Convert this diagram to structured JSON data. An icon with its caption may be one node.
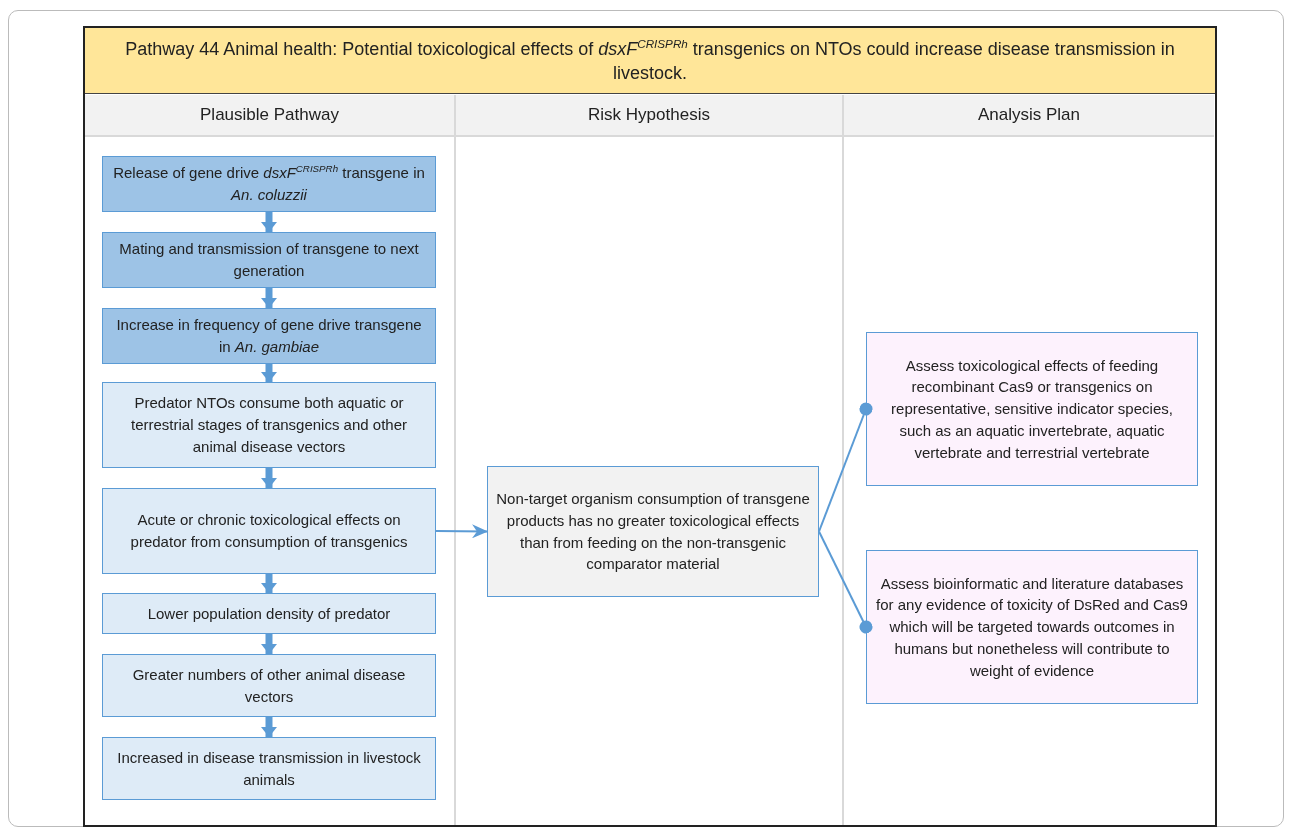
{
  "diagram": {
    "title": "Pathway 44 Animal health: Potential toxicological effects of *dsxF*$^{CRISPRh}$ transgenics on NTOs could increase disease transmission in livestock.",
    "nodes": [
      {
        "text": [
          "Plausible Pathway"
        ]
      },
      {
        "text": [
          "Risk Hypothesis"
        ]
      },
      {
        "text": [
          "Analysis Plan"
        ]
      },
      {
        "text": [
          "Release of gene drive *dsxF*$^{CRISPRh}$ transgene in *An. coluzzii*"
        ],
        "in": 0
      },
      {
        "text": [
          "Mating and transmission of transgene to next generation"
        ],
        "in": 0
      },
      {
        "text": [
          "Increase in frequency of gene drive transgene in *An. gambiae*"
        ],
        "in": 0
      },
      {
        "text": [
          "Predator NTOs consume both aquatic or terrestrial stages of transgenics and other animal disease vectors"
        ],
        "in": 0
      },
      {
        "text": [
          "Acute or chronic toxicological effects on predator from consumption of transgenics"
        ],
        "in": 0
      },
      {
        "text": [
          "Lower population density of predator"
        ],
        "in": 0
      },
      {
        "text": [
          "Greater numbers of other animal disease vectors"
        ],
        "in": 0
      },
      {
        "text": [
          "Increased in disease transmission in livestock animals"
        ],
        "in": 0
      },
      {
        "text": [
          "Non-target organism consumption of transgene products has no greater toxicological effects than from feeding on the non-transgenic comparator material"
        ],
        "in": 1
      },
      {
        "text": [
          "Assess toxicological effects of feeding recombinant Cas9 or transgenics on representative, sensitive indicator species, such as an aquatic invertebrate, aquatic vertebrate and terrestrial vertebrate"
        ],
        "in": 2
      },
      {
        "text": [
          "Assess bioinformatic and literature databases for any evidence of toxicity of DsRed and Cas9 which will be targeted towards outcomes in humans but nonetheless will contribute to weight of evidence"
        ],
        "in": 2
      }
    ],
    "edges": [
      {
        "from": 3,
        "to": 4,
        "arrow": "to"
      },
      {
        "from": 4,
        "to": 5,
        "arrow": "to"
      },
      {
        "from": 5,
        "to": 6,
        "arrow": "to"
      },
      {
        "from": 6,
        "to": 7,
        "arrow": "to"
      },
      {
        "from": 7,
        "to": 8,
        "arrow": "to"
      },
      {
        "from": 8,
        "to": 9,
        "arrow": "to"
      },
      {
        "from": 9,
        "to": 10,
        "arrow": "to"
      },
      {
        "from": 7,
        "to": 11,
        "arrow": "to"
      },
      {
        "from": 11,
        "to": 12,
        "arrow": "other"
      },
      {
        "from": 11,
        "to": 13,
        "arrow": "other"
      }
    ]
  }
}
